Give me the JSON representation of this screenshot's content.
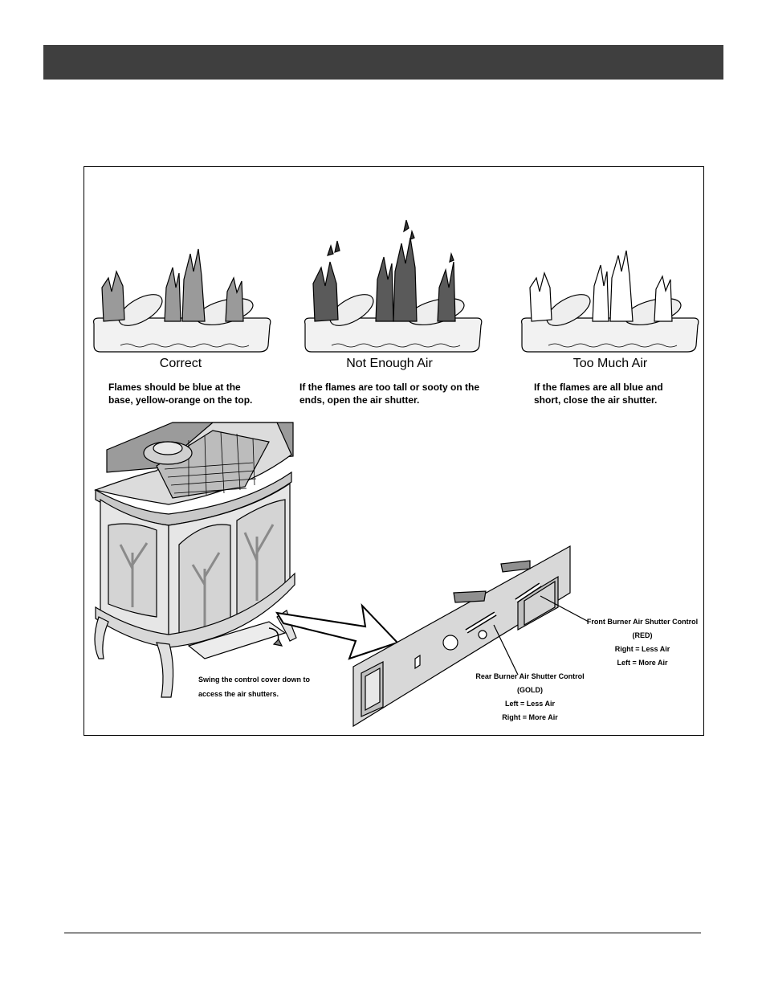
{
  "flame_states": [
    {
      "title": "Correct",
      "description_lines": [
        "Flames should be blue at the",
        "base, yellow-orange on the top."
      ]
    },
    {
      "title": "Not Enough Air",
      "description_lines": [
        "If the flames are too tall or sooty on the",
        "ends, open the air shutter."
      ]
    },
    {
      "title": "Too Much Air",
      "description_lines": [
        "If the flames are all blue and",
        "short, close the air shutter."
      ]
    }
  ],
  "swing_note_lines": [
    "Swing the control cover down to",
    "access the air shutters."
  ],
  "rear_control": {
    "lines": [
      "Rear Burner Air Shutter Control",
      "(GOLD)",
      "Left = Less Air",
      "Right = More Air"
    ]
  },
  "front_control": {
    "lines": [
      "Front Burner Air Shutter Control",
      "(RED)",
      "Right = Less Air",
      "Left = More Air"
    ]
  },
  "colors": {
    "header_bar": "#3f3f3f",
    "flame_correct": "#9a9a9a",
    "flame_sooty": "#5a5a5a",
    "flame_blue": "#ffffff"
  }
}
